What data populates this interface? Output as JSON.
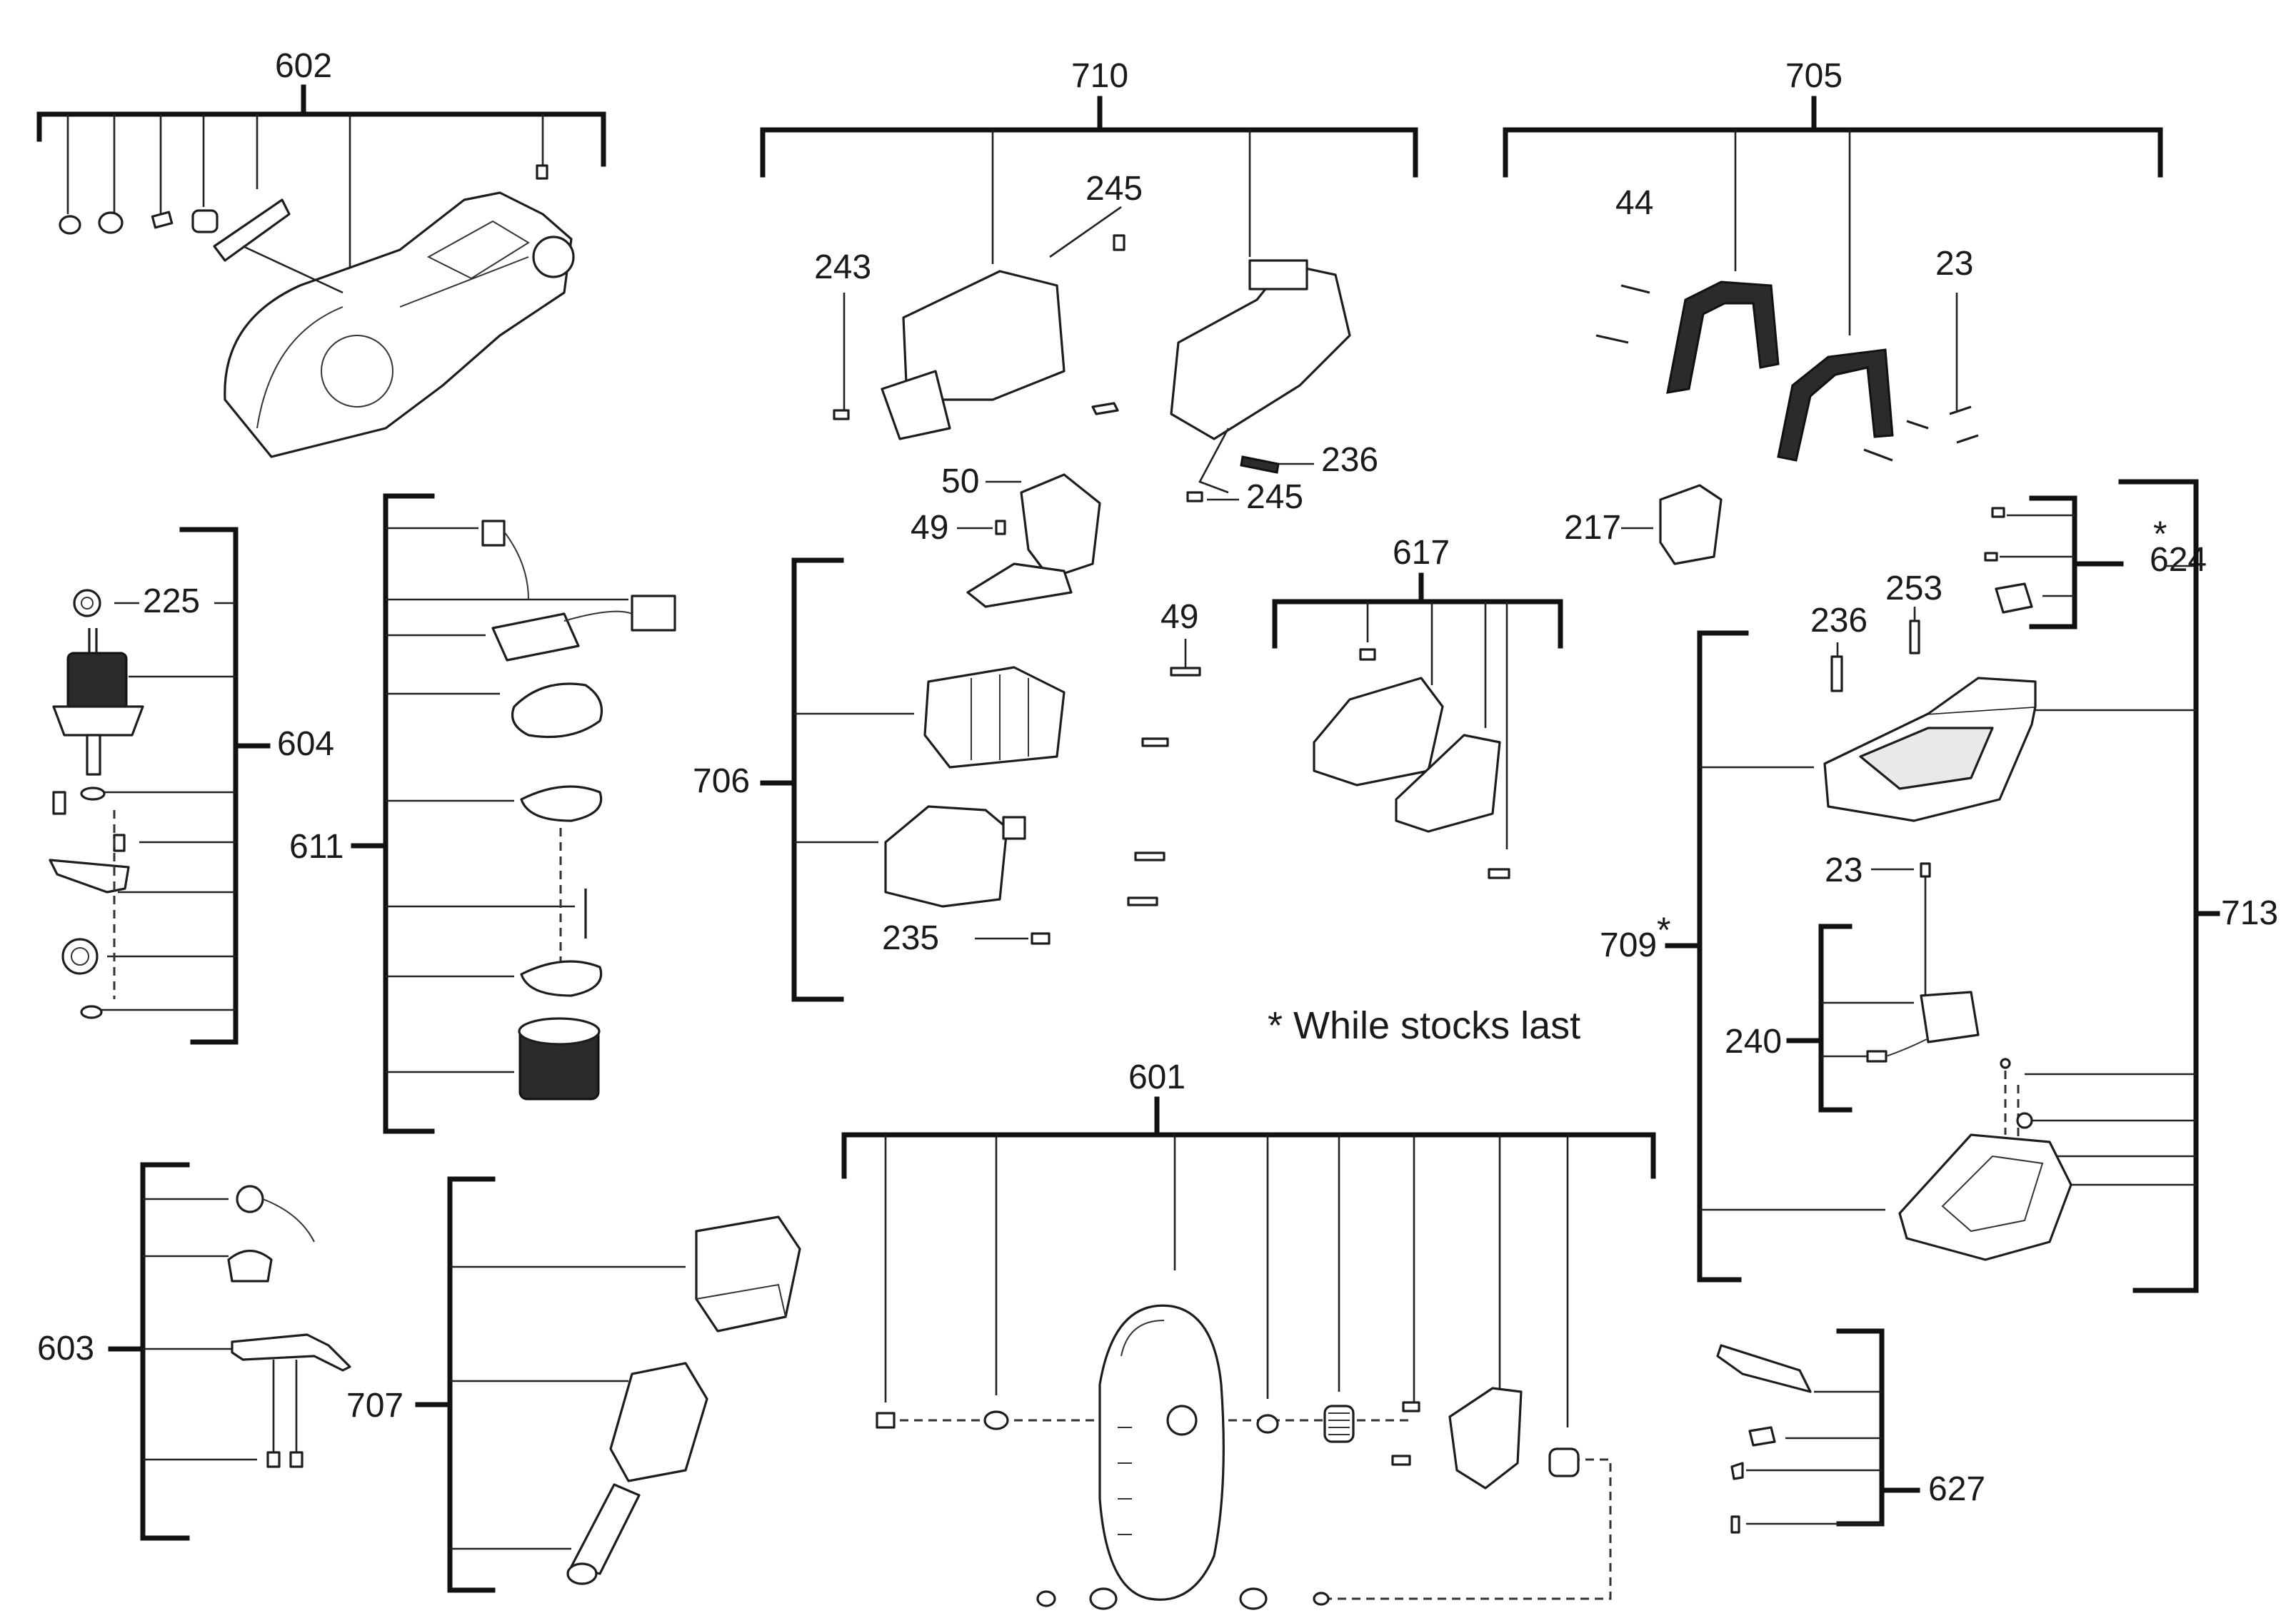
{
  "labels": {
    "l602": "602",
    "l710": "710",
    "l705": "705",
    "l245a": "245",
    "l243": "243",
    "l44": "44",
    "l23a": "23",
    "l236a": "236",
    "l245b": "245",
    "l50": "50",
    "l49a": "49",
    "l217": "217",
    "l624": "624",
    "l225": "225",
    "l604": "604",
    "l611": "611",
    "l706": "706",
    "l49b": "49",
    "l617": "617",
    "l236b": "236",
    "l253": "253",
    "l23b": "23",
    "l709": "709",
    "l713": "713",
    "l235": "235",
    "l240": "240",
    "l601": "601",
    "l603": "603",
    "l707": "707",
    "l627": "627"
  },
  "asterisk": "*",
  "note": "* While stocks last",
  "icons": [
    "saw-housing",
    "armature",
    "stator",
    "electronics",
    "motor-housing",
    "handle",
    "guard",
    "battery-receptacle",
    "switch",
    "blade-guard"
  ]
}
